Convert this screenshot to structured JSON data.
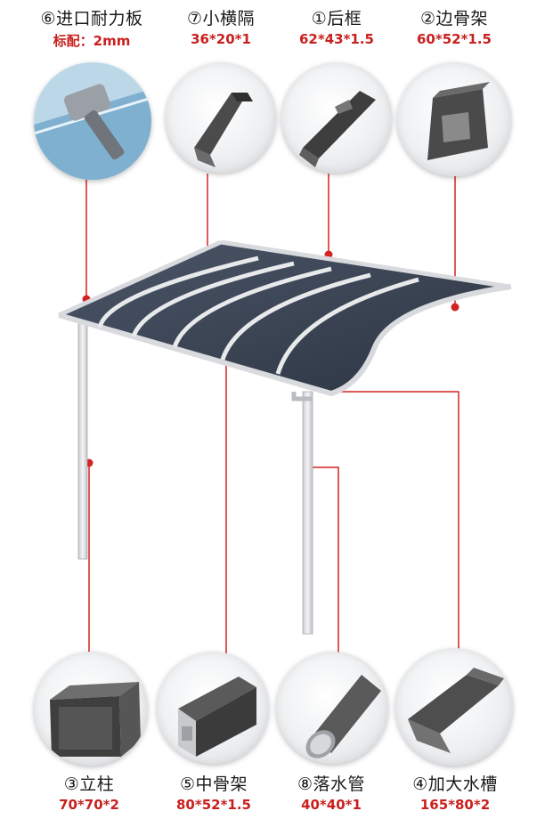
{
  "parts": [
    {
      "title": "⑥进口耐力板",
      "spec": "标配：2mm",
      "icon": "hammer-on-panel"
    },
    {
      "title": "⑦小横隔",
      "spec": "36*20*1",
      "icon": "small-crossbar-profile"
    },
    {
      "title": "①后框",
      "spec": "62*43*1.5",
      "icon": "rear-frame-profile"
    },
    {
      "title": "②边骨架",
      "spec": "60*52*1.5",
      "icon": "side-frame-profile"
    },
    {
      "title": "③立柱",
      "spec": "70*70*2",
      "icon": "square-post-profile"
    },
    {
      "title": "⑤中骨架",
      "spec": "80*52*1.5",
      "icon": "middle-frame-profile"
    },
    {
      "title": "⑧落水管",
      "spec": "40*40*1",
      "icon": "round-downpipe-profile"
    },
    {
      "title": "④加大水槽",
      "spec": "165*80*2",
      "icon": "gutter-profile"
    }
  ],
  "colors": {
    "leader": "#d32422",
    "spec": "#c8201e",
    "panel": "#3b4554",
    "frame": "#d8dade",
    "profile": "#4a4a4a"
  }
}
